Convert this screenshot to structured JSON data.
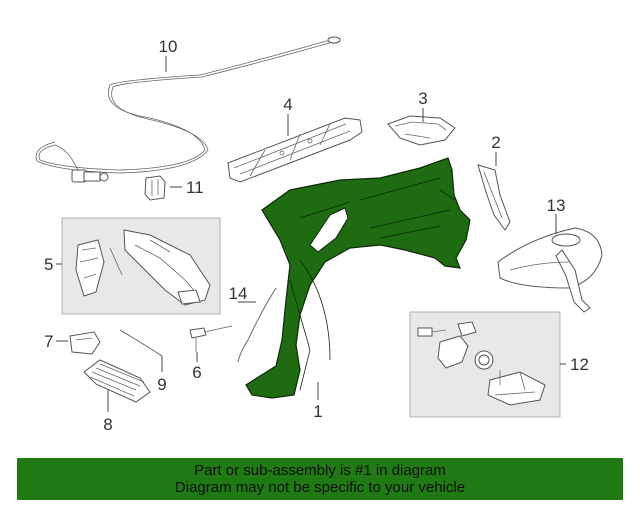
{
  "colors": {
    "highlight_part": "#1f6b12",
    "banner_bg": "#1f7a14",
    "inset_box_bg": "#e8e8e8",
    "inset_box_border": "#b0b0b0"
  },
  "callouts": [
    "10",
    "4",
    "3",
    "2",
    "11",
    "5",
    "13",
    "14",
    "7",
    "6",
    "9",
    "8",
    "1",
    "12"
  ],
  "highlighted_part": "1",
  "footer": {
    "line1": "Part or sub-assembly is #1 in diagram",
    "line2": "Diagram may not be specific to your vehicle"
  }
}
